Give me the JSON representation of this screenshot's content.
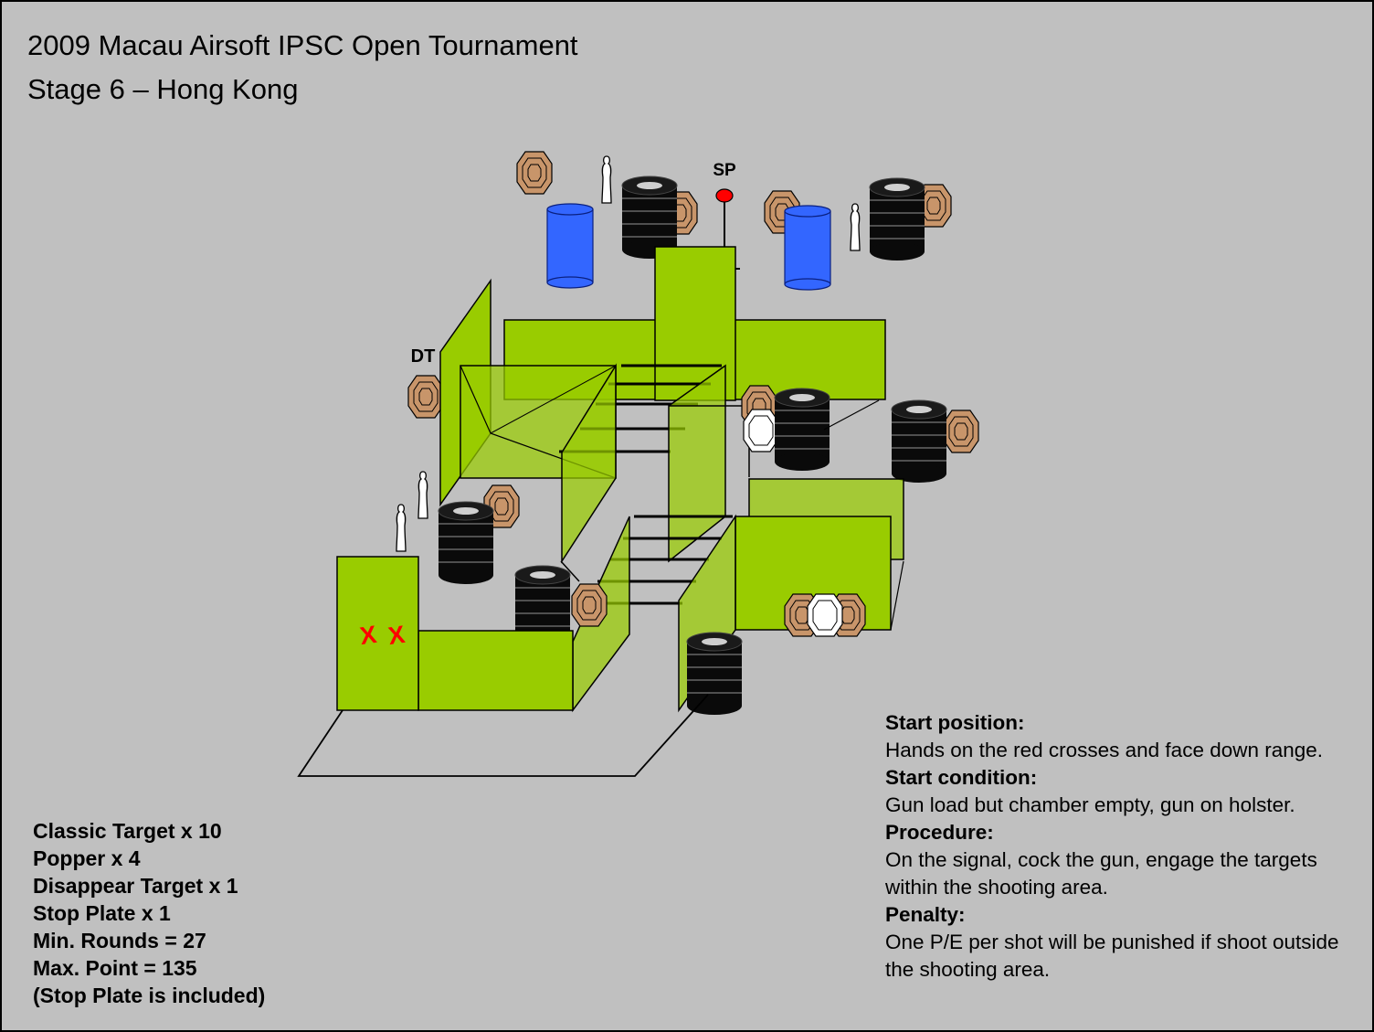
{
  "header": {
    "title": "2009 Macau Airsoft IPSC Open Tournament",
    "stage": "Stage 6 – Hong Kong"
  },
  "diagram": {
    "labels": {
      "start_point": "SP",
      "disappear_target": "DT",
      "cross": "X"
    },
    "colors": {
      "wall": "#99cc00",
      "wall_transparent": "rgba(153,204,0,0.72)",
      "target": "#c8956a",
      "barrel": "#0a0a0a",
      "drum": "#3366ff",
      "sp_marker": "#ff0000",
      "cross": "#ff0000",
      "background": "#c0c0c0"
    },
    "icons": [
      "classic-target-icon",
      "popper-icon",
      "tire-stack-icon",
      "blue-drum-icon",
      "no-shoot-target-icon",
      "stop-plate-icon"
    ]
  },
  "summary": {
    "items": [
      "Classic Target x 10",
      "Popper x 4",
      "Disappear Target x 1",
      "Stop Plate x 1",
      "Min. Rounds = 27",
      "Max. Point = 135",
      "(Stop Plate is included)"
    ]
  },
  "info": {
    "start_position_label": "Start position:",
    "start_position_text": "Hands on the red crosses and face down range.",
    "start_condition_label": "Start condition:",
    "start_condition_text": "Gun load but chamber empty, gun on holster.",
    "procedure_label": "Procedure:",
    "procedure_text": "On the signal, cock the gun, engage the targets within the shooting area.",
    "penalty_label": "Penalty:",
    "penalty_text": "One P/E per shot will be punished if shoot outside the shooting area."
  }
}
